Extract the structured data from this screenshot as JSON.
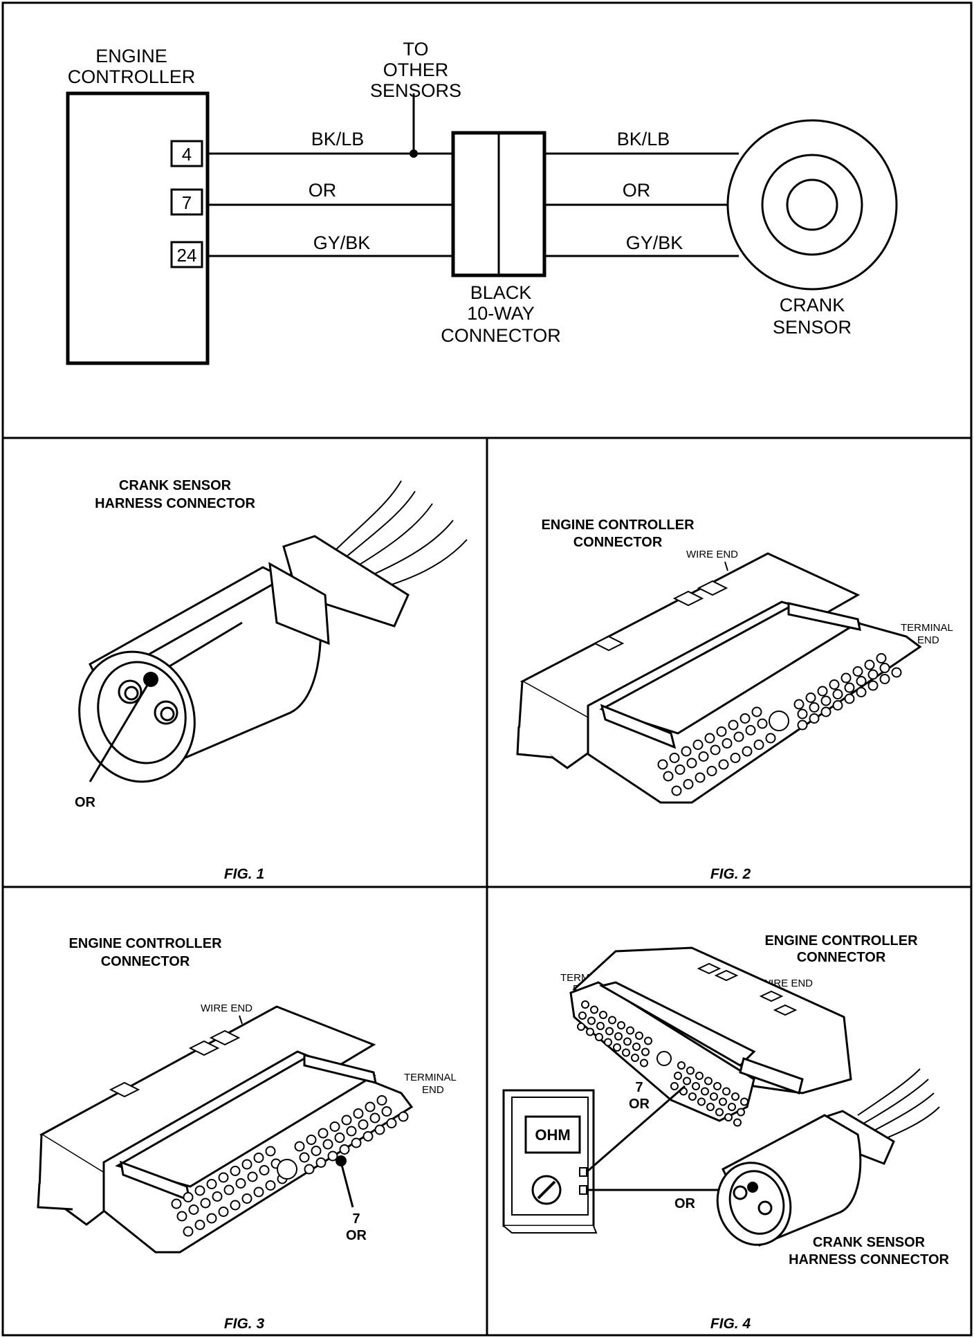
{
  "schematic": {
    "controller_label": [
      "ENGINE",
      "CONTROLLER"
    ],
    "pins": [
      "4",
      "7",
      "24"
    ],
    "junction_label": [
      "TO",
      "OTHER",
      "SENSORS"
    ],
    "wires_left": [
      "BK/LB",
      "OR",
      "GY/BK"
    ],
    "wires_right": [
      "BK/LB",
      "OR",
      "GY/BK"
    ],
    "connector_label": [
      "BLACK",
      "10-WAY",
      "CONNECTOR"
    ],
    "sensor_label": [
      "CRANK",
      "SENSOR"
    ]
  },
  "fig1": {
    "title": [
      "CRANK SENSOR",
      "HARNESS CONNECTOR"
    ],
    "wire_label": "OR",
    "caption": "FIG. 1"
  },
  "fig2": {
    "title": [
      "ENGINE CONTROLLER",
      "CONNECTOR"
    ],
    "wire_end_label": "WIRE END",
    "terminal_end_label": [
      "TERMINAL",
      "END"
    ],
    "caption": "FIG. 2"
  },
  "fig3": {
    "title": [
      "ENGINE CONTROLLER",
      "CONNECTOR"
    ],
    "wire_end_label": "WIRE END",
    "terminal_end_label": [
      "TERMINAL",
      "END"
    ],
    "pin_label": [
      "7",
      "OR"
    ],
    "caption": "FIG. 3"
  },
  "fig4": {
    "title": [
      "ENGINE CONTROLLER",
      "CONNECTOR"
    ],
    "terminal_end_label": [
      "TERMINAL",
      "END"
    ],
    "wire_end_label": "WIRE END",
    "pin_label": [
      "7",
      "OR"
    ],
    "meter_display": "OHM",
    "wire_label": "OR",
    "sensor_title": [
      "CRANK SENSOR",
      "HARNESS CONNECTOR"
    ],
    "caption": "FIG. 4"
  }
}
